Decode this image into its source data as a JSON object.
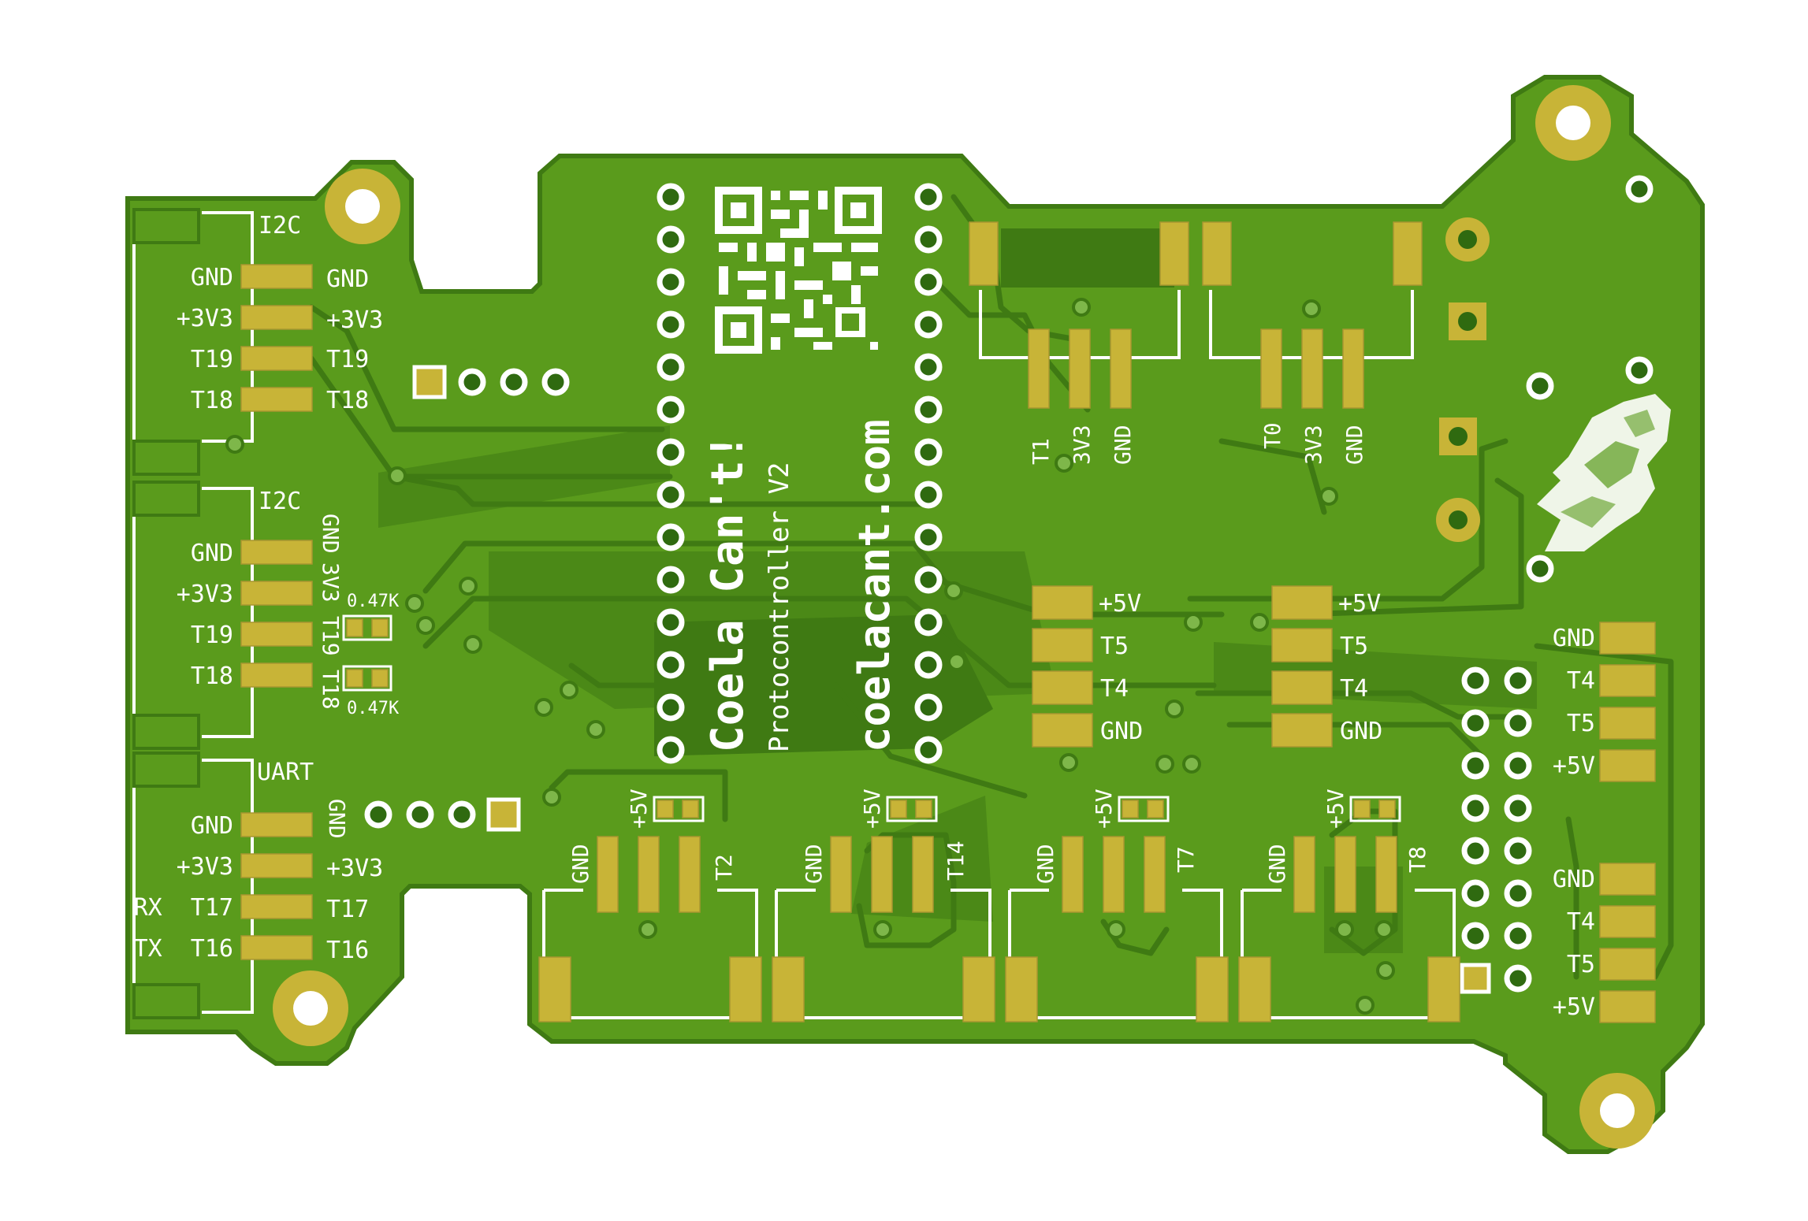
{
  "board": {
    "title": "Coela Can't!",
    "subtitle": "Protocontroller V2",
    "website": "coelacant.com",
    "colors": {
      "pcb": "#5a9b1c",
      "pcb_edge": "#3f7a13",
      "copper_pad": "#c8b437",
      "silkscreen": "#ffffff"
    }
  },
  "left_connectors": [
    {
      "header": "I2C",
      "pins": [
        {
          "left": "GND",
          "right": "GND"
        },
        {
          "left": "+3V3",
          "right": "+3V3"
        },
        {
          "left": "T19",
          "right": "T19"
        },
        {
          "left": "T18",
          "right": "T18"
        }
      ]
    },
    {
      "header": "I2C",
      "pins": [
        {
          "left": "GND",
          "right": "GND"
        },
        {
          "left": "+3V3",
          "right": "3V3"
        },
        {
          "left": "T19",
          "right": "T19"
        },
        {
          "left": "T18",
          "right": "T18"
        }
      ]
    },
    {
      "header": "UART",
      "pins": [
        {
          "left": "GND",
          "right": "GND"
        },
        {
          "left": "+3V3",
          "right": "+3V3"
        },
        {
          "left": "RX  T17",
          "right": "T17"
        },
        {
          "left": "TX  T16",
          "right": "T16"
        }
      ]
    }
  ],
  "resistors": [
    "0.47K",
    "0.47K"
  ],
  "top_connectors": [
    {
      "pins": [
        "T1",
        "3V3",
        "GND"
      ]
    },
    {
      "pins": [
        "T0",
        "3V3",
        "GND"
      ]
    }
  ],
  "middle_pads": [
    {
      "pins": [
        "+5V",
        "T5",
        "T4",
        "GND"
      ]
    },
    {
      "pins": [
        "+5V",
        "T5",
        "T4",
        "GND"
      ]
    }
  ],
  "bottom_connectors": [
    {
      "pins": [
        "GND",
        "+5V",
        "T2"
      ]
    },
    {
      "pins": [
        "GND",
        "+5V",
        "T14"
      ]
    },
    {
      "pins": [
        "GND",
        "+5V",
        "T7"
      ]
    },
    {
      "pins": [
        "GND",
        "+5V",
        "T8"
      ]
    }
  ],
  "right_pads": [
    {
      "pins": [
        "GND",
        "T4",
        "T5",
        "+5V"
      ]
    },
    {
      "pins": [
        "GND",
        "T4",
        "T5",
        "+5V"
      ]
    }
  ],
  "icons": {
    "qr": "qr-code-icon",
    "logo": "coelacanth-logo-icon"
  }
}
